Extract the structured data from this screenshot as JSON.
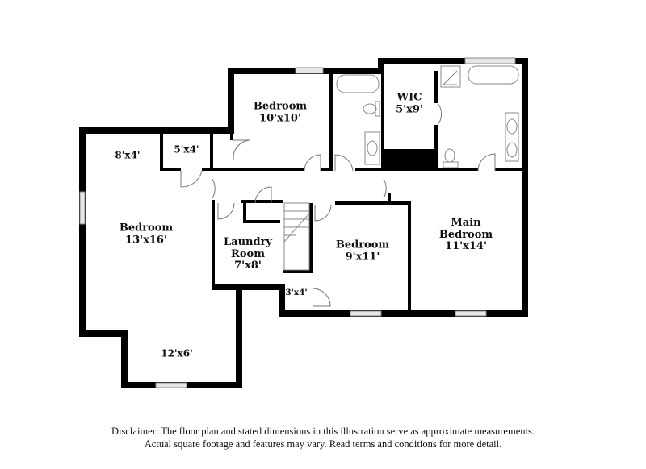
{
  "floorplan": {
    "colors": {
      "wall": "#000000",
      "background": "#ffffff",
      "window": "#d9d9d9",
      "fixture_line": "#666666"
    },
    "rooms": [
      {
        "id": "bedroom-13x16",
        "name": "Bedroom",
        "dimensions": "13'x16'"
      },
      {
        "id": "nook-8x4",
        "name": "",
        "dimensions": "8'x4'"
      },
      {
        "id": "closet-5x4",
        "name": "",
        "dimensions": "5'x4'"
      },
      {
        "id": "bedroom-10x10",
        "name": "Bedroom",
        "dimensions": "10'x10'"
      },
      {
        "id": "wic",
        "name": "WIC",
        "dimensions": "5'x9'"
      },
      {
        "id": "laundry",
        "name_line1": "Laundry",
        "name_line2": "Room",
        "dimensions": "7'x8'"
      },
      {
        "id": "bedroom-9x11",
        "name": "Bedroom",
        "dimensions": "9'x11'"
      },
      {
        "id": "closet-3x4",
        "name": "",
        "dimensions": "3'x4'"
      },
      {
        "id": "main-bedroom",
        "name_line1": "Main",
        "name_line2": "Bedroom",
        "dimensions": "11'x14'"
      },
      {
        "id": "alcove-12x6",
        "name": "",
        "dimensions": "12'x6'"
      }
    ]
  },
  "disclaimer": {
    "line1": "Disclaimer: The floor plan and stated dimensions in this illustration serve as approximate measurements.",
    "line2": "Actual square footage and features may vary. Read terms and conditions for more detail."
  }
}
